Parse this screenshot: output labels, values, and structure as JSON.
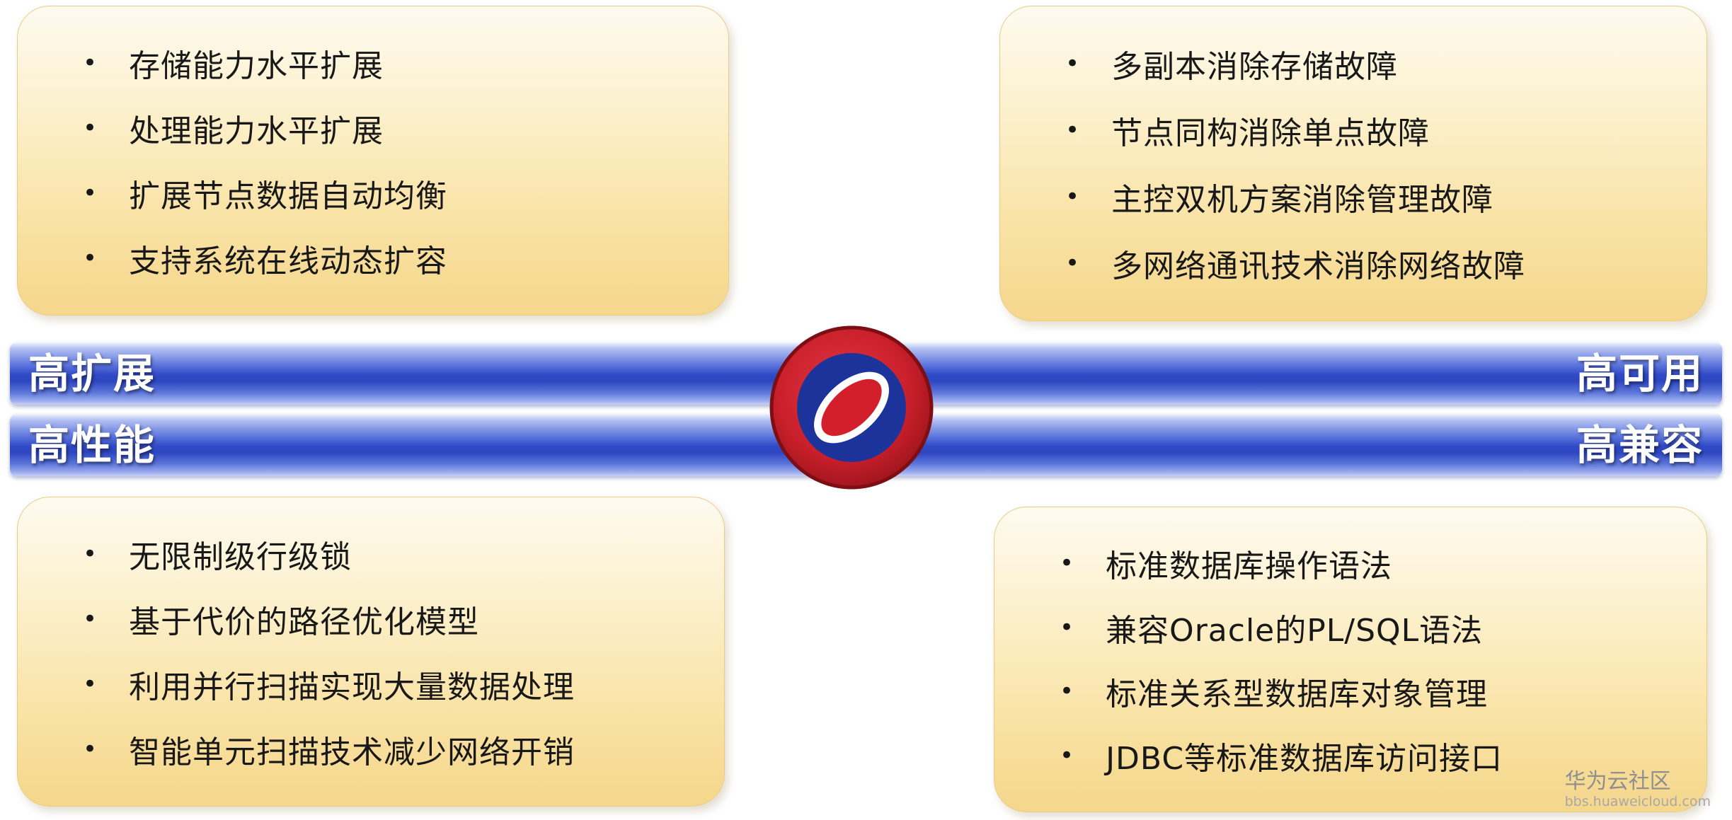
{
  "icons": {
    "bullet_dot": "•"
  },
  "cards": {
    "top_left": {
      "topic": "高扩展",
      "items": [
        "存储能力水平扩展",
        "处理能力水平扩展",
        "扩展节点数据自动均衡",
        "支持系统在线动态扩容"
      ]
    },
    "top_right": {
      "topic": "高可用",
      "items": [
        "多副本消除存储故障",
        "节点同构消除单点故障",
        "主控双机方案消除管理故障",
        "多网络通讯技术消除网络故障"
      ]
    },
    "bottom_left": {
      "topic": "高性能",
      "items": [
        "无限制级行级锁",
        "基于代价的路径优化模型",
        "利用并行扫描实现大量数据处理",
        "智能单元扫描技术减少网络开销"
      ]
    },
    "bottom_right": {
      "topic": "高兼容",
      "items": [
        "标准数据库操作语法",
        "兼容Oracle的PL/SQL语法",
        "标准关系型数据库对象管理",
        "JDBC等标准数据库访问接口"
      ]
    }
  },
  "bars": {
    "top": {
      "left_label": "高扩展",
      "right_label": "高可用"
    },
    "bottom": {
      "left_label": "高性能",
      "right_label": "高兼容"
    }
  },
  "watermark": {
    "title": "华为云社区",
    "subtitle": "bbs.huaweicloud.com"
  },
  "colors": {
    "card_gradient_top": "#fefaf0",
    "card_gradient_bottom": "#f5d78c",
    "bar_blue": "#3049c6",
    "logo_red": "#d31f2b",
    "logo_blue": "#1c339b",
    "text": "#181818"
  }
}
